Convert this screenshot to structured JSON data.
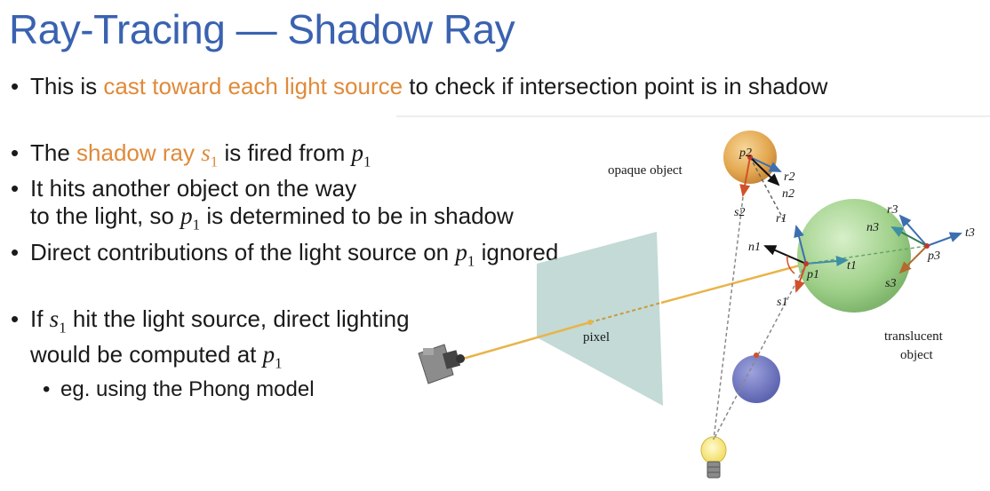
{
  "slide": {
    "title": "Ray-Tracing — Shadow Ray",
    "colors": {
      "title": "#3a62b0",
      "highlight": "#e08a3a"
    }
  },
  "bullets": {
    "b1": {
      "pre": "This is ",
      "hl": "cast toward each light source",
      "post": " to check if intersection point is in shadow"
    },
    "b2": {
      "pre": "The ",
      "hl": "shadow ray",
      "var1": "s",
      "var1_sub": "1",
      "mid": " is fired from ",
      "var2": "p",
      "var2_sub": "1"
    },
    "b3": {
      "line1": "It hits another object on the way",
      "line2_pre": "to the light, so ",
      "var": "p",
      "var_sub": "1",
      "line2_post": " is determined to be in shadow"
    },
    "b4": {
      "pre": "Direct contributions of the light source on ",
      "var": "p",
      "var_sub": "1",
      "post": " ignored"
    },
    "b5": {
      "pre": "If ",
      "var1": "s",
      "var1_sub": "1",
      "mid": " hit the light source, direct lighting",
      "line2_pre": "would be computed at ",
      "var2": "p",
      "var2_sub": "1"
    },
    "b6": {
      "text": "eg. using the Phong model"
    }
  },
  "figure": {
    "labels": {
      "opaque": "opaque object",
      "translucent_1": "translucent",
      "translucent_2": "object",
      "pixel": "pixel"
    },
    "vars": {
      "p2": "p2",
      "r2": "r2",
      "n2": "n2",
      "s2": "s2",
      "r1": "r1",
      "r3": "r3",
      "n3": "n3",
      "t3": "t3",
      "p3": "p3",
      "s3": "s3",
      "n1": "n1",
      "p1": "p1",
      "t1": "t1",
      "s1": "s1"
    }
  }
}
